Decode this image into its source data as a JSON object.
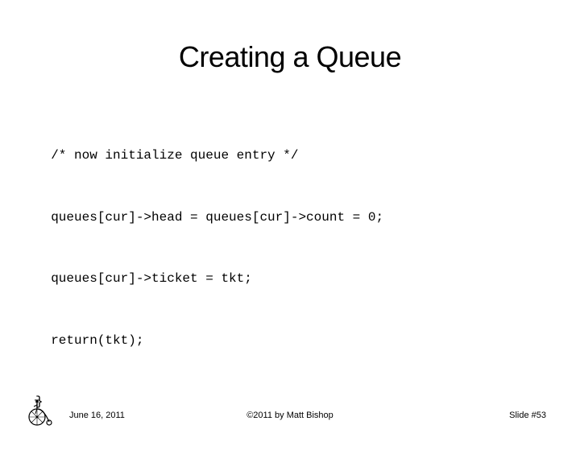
{
  "slide": {
    "title": "Creating a Queue",
    "code_lines": [
      "  /* now initialize queue entry */",
      "  queues[cur]->head = queues[cur]->count = 0;",
      "  queues[cur]->ticket = tkt;",
      "  return(tkt);",
      "}"
    ]
  },
  "footer": {
    "logo_icon": "penny-farthing-bicycle-icon",
    "date": "June 16, 2011",
    "copyright": "©2011 by Matt Bishop",
    "slide_number": "Slide #53"
  }
}
